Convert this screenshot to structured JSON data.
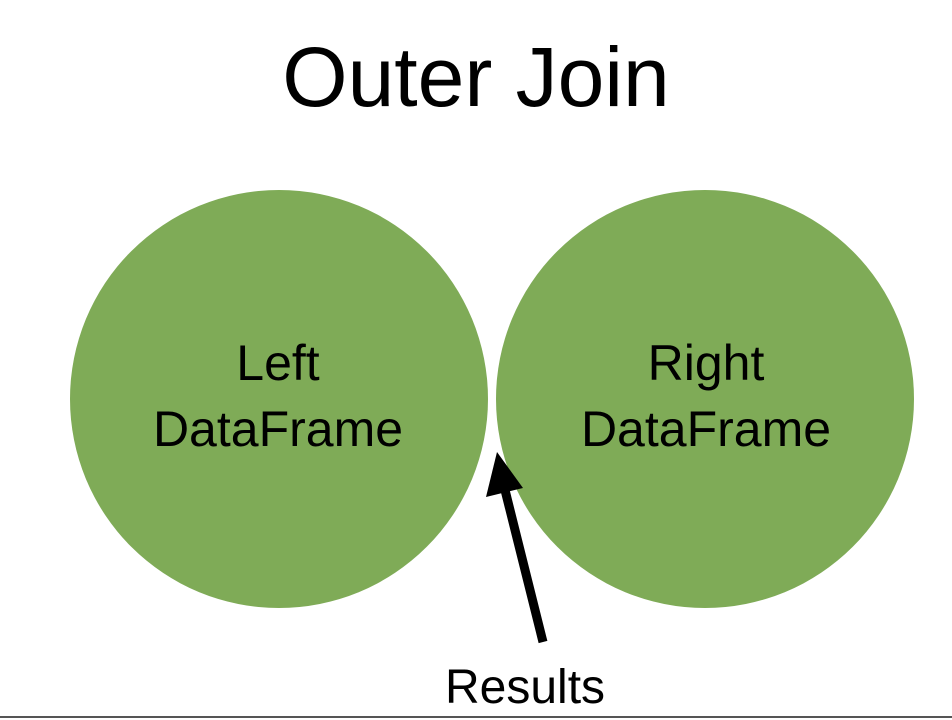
{
  "title": "Outer Join",
  "left_set": {
    "line1": "Left",
    "line2": "DataFrame"
  },
  "right_set": {
    "line1": "Right",
    "line2": "DataFrame"
  },
  "callout": "Results",
  "colors": {
    "set_fill": "#7FAB57",
    "text": "#000000",
    "arrow": "#000000"
  }
}
